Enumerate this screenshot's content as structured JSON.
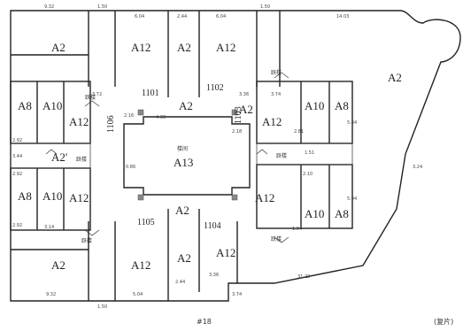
{
  "units": [
    "1101",
    "1102",
    "1103",
    "1104",
    "1105",
    "1106"
  ],
  "central_hall": "A13",
  "central_hall_note": "楼间",
  "stair_label": "跃楼",
  "room_labels": {
    "a2": "A2",
    "a12": "A12",
    "a8": "A8",
    "a10": "A10",
    "a2s": "A2'"
  },
  "sheet_number": "#18",
  "sheet_note": "(复片)",
  "dimensions": {
    "top": [
      "9.32",
      "1.50",
      "6.04",
      "2.44",
      "6.04",
      "1.50",
      "14.03"
    ],
    "bottom": [
      "9.32",
      "1.50",
      "5.04",
      "2.44",
      "3.36",
      "3.74",
      "31.22"
    ],
    "left": [
      "3.44",
      "2.92",
      "2.92",
      "3.14",
      "2.92"
    ],
    "right": [
      "3.24",
      "1.04",
      "5.84",
      "5.94"
    ],
    "misc": [
      "3.72",
      "2.16",
      "4.38",
      "3.36",
      "2.18",
      "3.74",
      "1.51",
      "2.81",
      "0.86",
      "2.10"
    ]
  }
}
